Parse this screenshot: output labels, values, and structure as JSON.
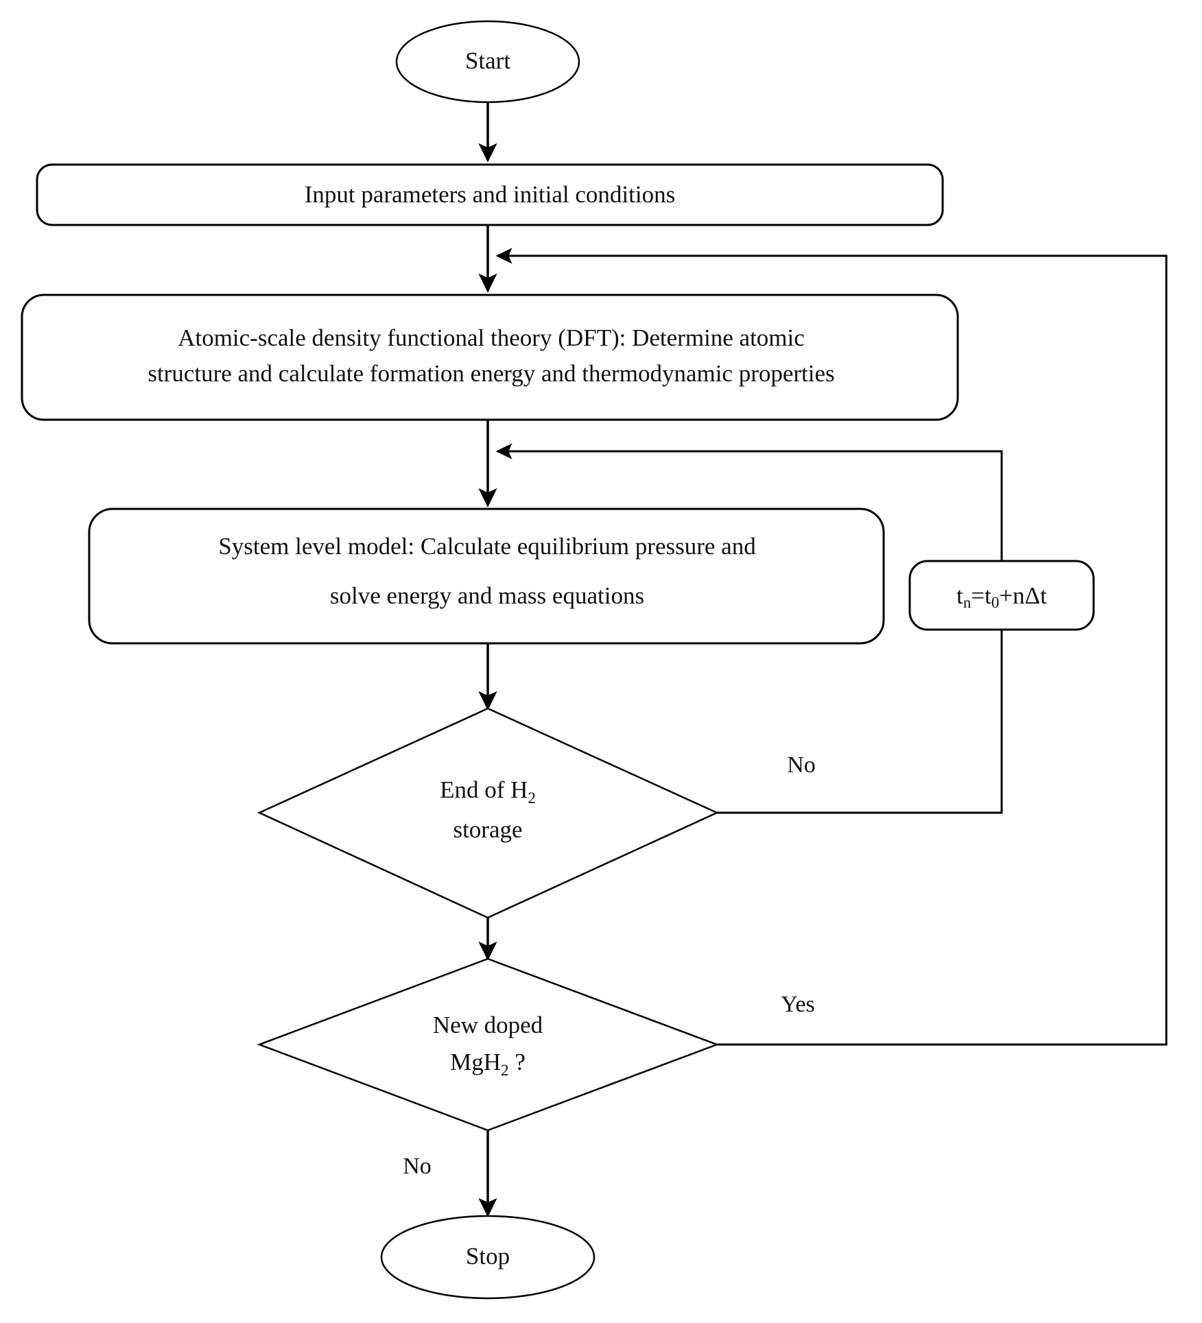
{
  "diagram": {
    "type": "flowchart",
    "title": "MgH2 hydrogen storage multiscale modelling flowchart",
    "background_color": "#ffffff",
    "line_color": "#000000",
    "text_color": "#111111",
    "nodes": [
      {
        "id": "start",
        "shape": "ellipse",
        "label": "Start"
      },
      {
        "id": "input",
        "shape": "rounded-rect",
        "label": "Input parameters and initial conditions"
      },
      {
        "id": "dft",
        "shape": "rounded-rect",
        "line1": "Atomic-scale density functional theory (DFT): Determine atomic",
        "line2": "structure and calculate formation energy and thermodynamic properties"
      },
      {
        "id": "system",
        "shape": "rounded-rect",
        "line1": "System level model: Calculate equilibrium pressure and",
        "line2": "solve energy and mass equations"
      },
      {
        "id": "time-step",
        "shape": "rounded-rect",
        "label_main": "t",
        "label_sub1": "n",
        "label_eq": "=t",
        "label_sub2": "0",
        "label_tail": "+nΔt",
        "full_label": "tn=t0+nΔt"
      },
      {
        "id": "decision-end-storage",
        "shape": "diamond",
        "line1_main": "End of H",
        "line1_sub": "2",
        "line2": "storage"
      },
      {
        "id": "decision-new-doped",
        "shape": "diamond",
        "line1": "New doped",
        "line2_main": "MgH",
        "line2_sub": "2",
        "line2_tail": " ?"
      },
      {
        "id": "stop",
        "shape": "ellipse",
        "label": "Stop"
      }
    ],
    "edge_labels": {
      "no_storage": "No",
      "yes_new_doped": "Yes",
      "no_new_doped": "No"
    }
  }
}
